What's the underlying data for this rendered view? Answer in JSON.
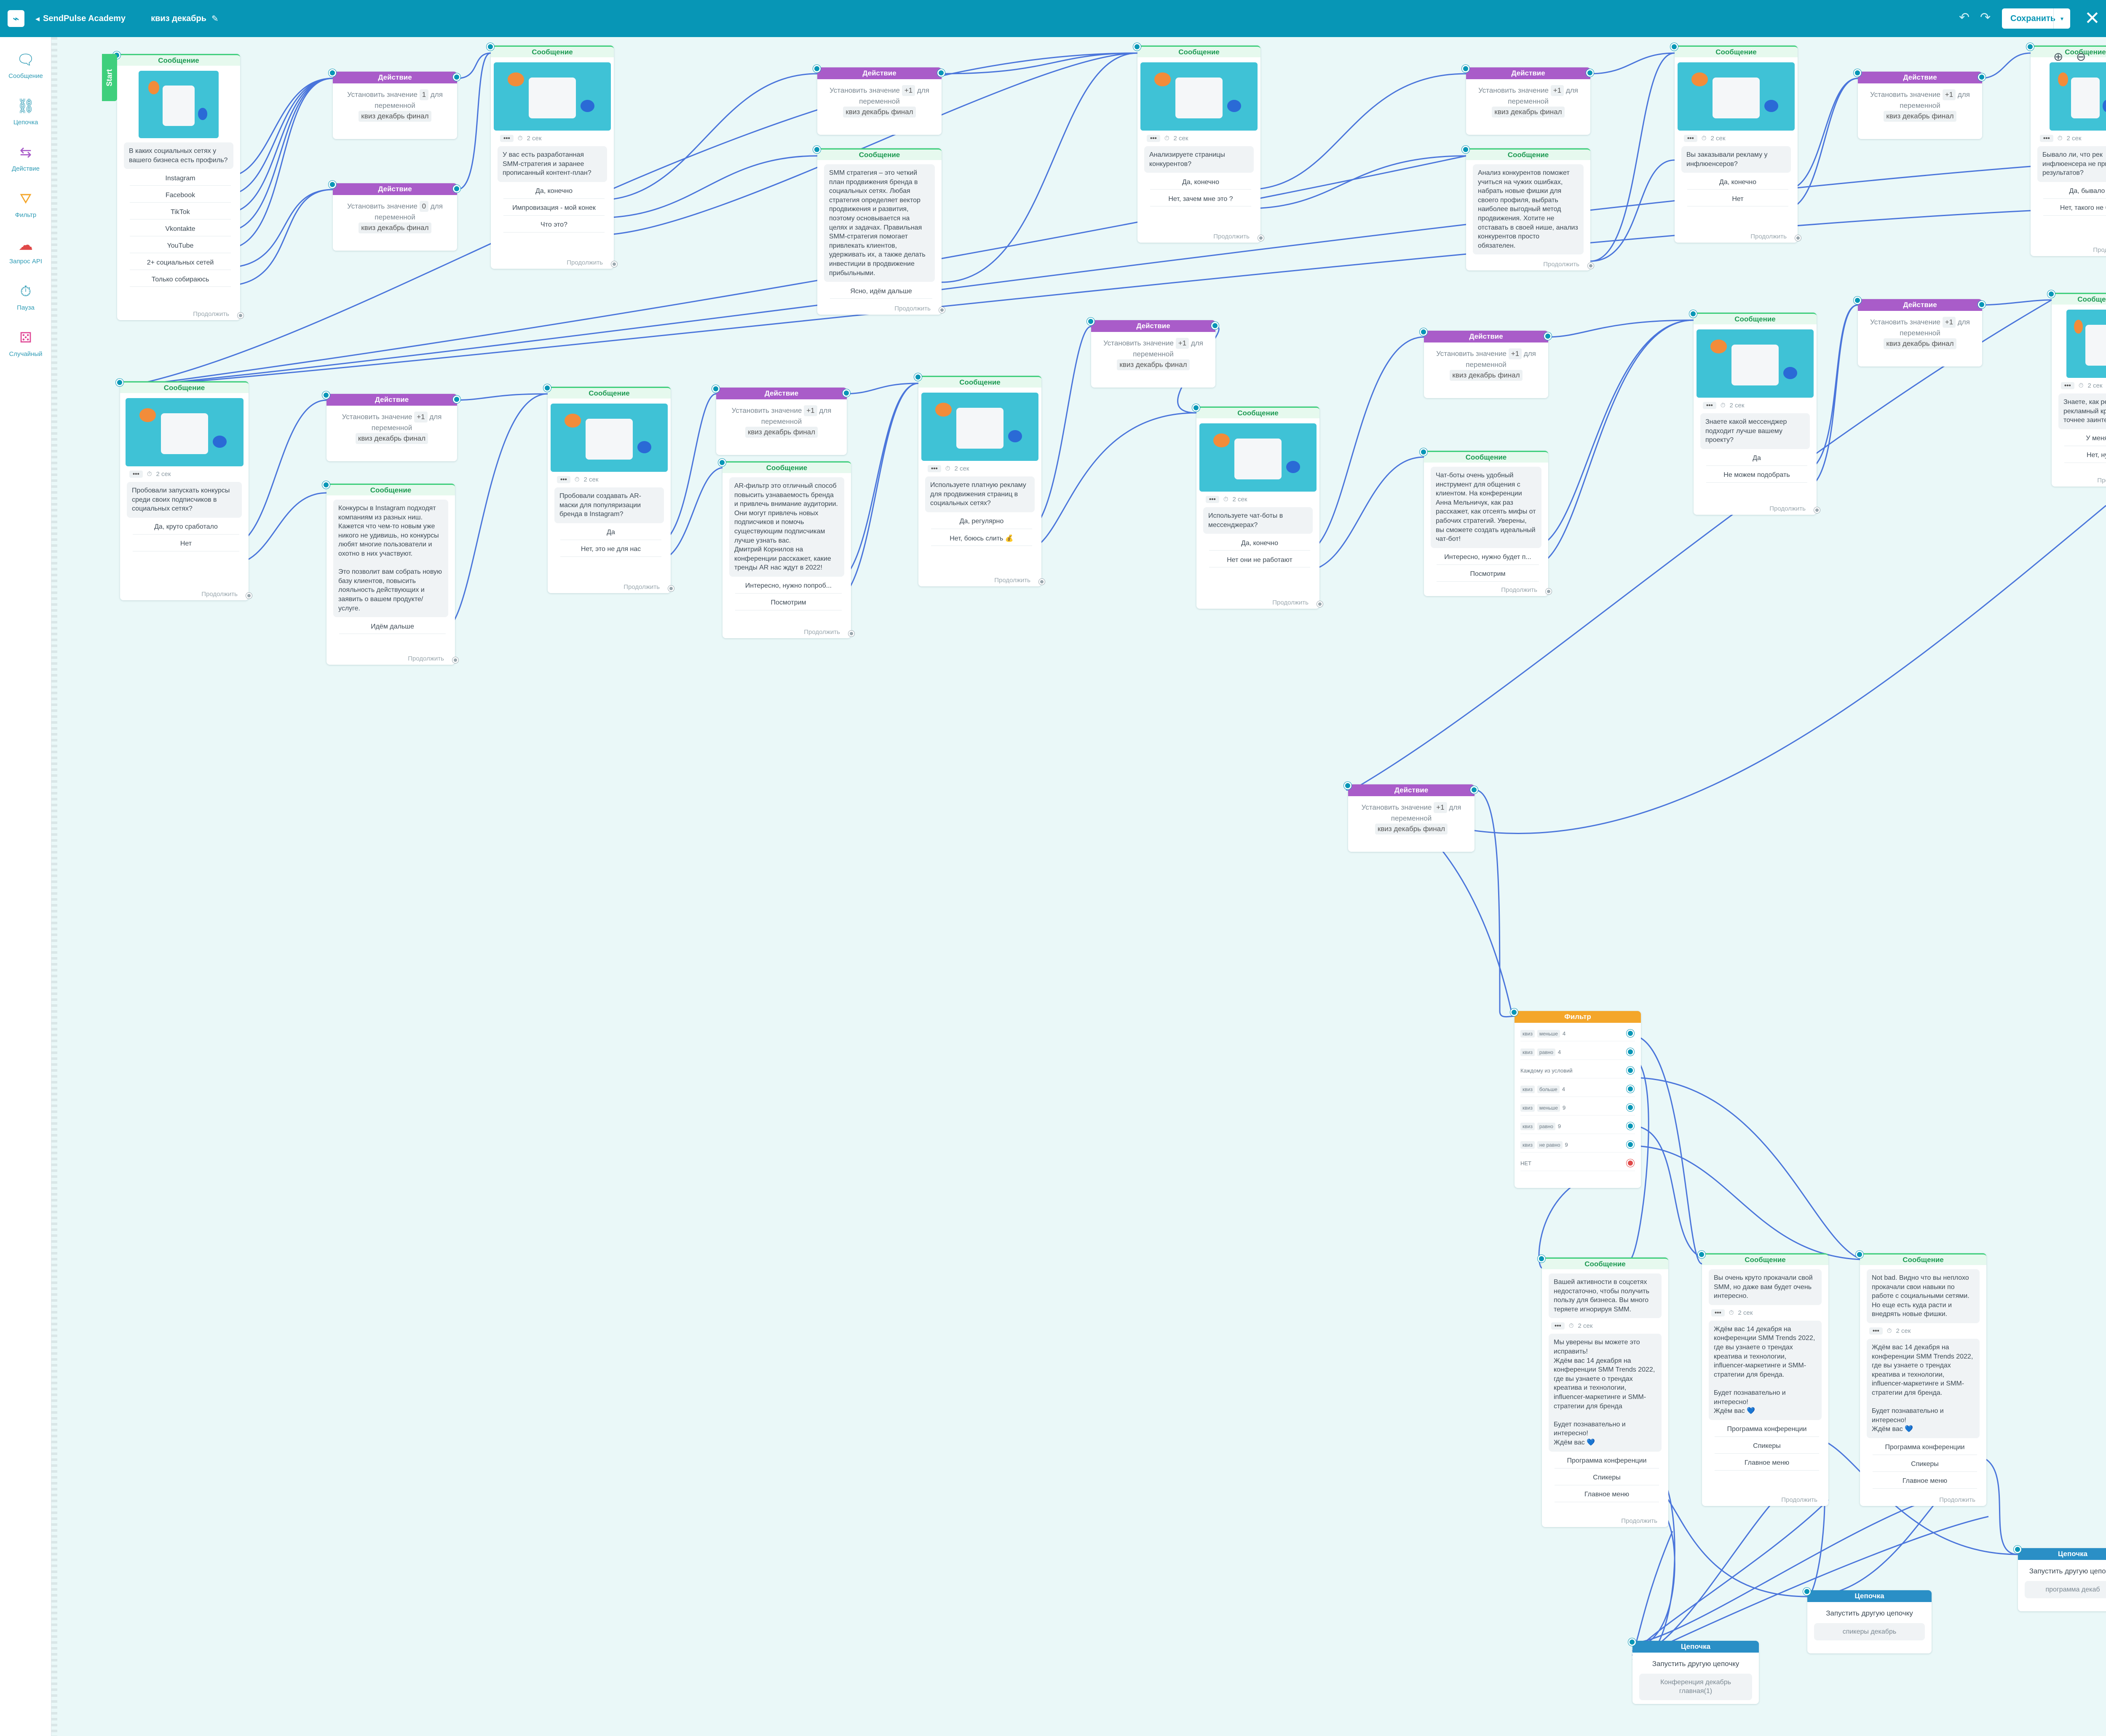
{
  "topbar": {
    "project": "SendPulse Academy",
    "flow": "квиз декабрь",
    "save": "Сохранить"
  },
  "sidebar": {
    "items": [
      {
        "label": "Сообщение",
        "icon": "message-icon"
      },
      {
        "label": "Цепочка",
        "icon": "chain-icon"
      },
      {
        "label": "Действие",
        "icon": "action-icon"
      },
      {
        "label": "Фильтр",
        "icon": "filter-icon"
      },
      {
        "label": "Запрос API",
        "icon": "api-icon"
      },
      {
        "label": "Пауза",
        "icon": "pause-icon"
      },
      {
        "label": "Случайный",
        "icon": "random-icon"
      }
    ]
  },
  "colors": {
    "accent": "#0796b6",
    "message": "#3fcf7c",
    "action": "#a95cc9",
    "filter": "#f4a62a",
    "chain": "#2a8fc6"
  },
  "labels": {
    "message": "Сообщение",
    "action": "Действие",
    "filter": "Фильтр",
    "chain": "Цепочка",
    "continue": "Продолжить",
    "start": "Start",
    "delay": "2 сек",
    "set_value": "Установить значение",
    "for_var": "для переменной",
    "variable": "квиз декабрь финал",
    "run_chain": "Запустить другую цепочку"
  },
  "nodes": {
    "m1": {
      "question": "В каких социальных сетях у вашего бизнеса есть профиль?",
      "buttons": [
        "Instagram",
        "Facebook",
        "TikTok",
        "Vkontakte",
        "YouTube",
        "2+ социальных сетей",
        "Только собираюсь"
      ]
    },
    "a1": {
      "value": "1"
    },
    "a2": {
      "value": "0"
    },
    "m2": {
      "question": "У вас есть разработанная SMM-стратегия и заранее прописанный контент-план?",
      "buttons": [
        "Да, конечно",
        "Импровизация - мой конек",
        "Что это?"
      ]
    },
    "a3": {
      "value": "+1"
    },
    "m3": {
      "text": "SMM стратегия – это четкий план продвижения бренда в социальных сетях. Любая стратегия определяет вектор продвижения и развития, поэтому основывается на целях и задачах. Правильная SMM-стратегия помогает привлекать клиентов, удерживать их, а также делать инвестиции в продвижение прибыльными.",
      "buttons": [
        "Ясно, идём дальше"
      ]
    },
    "m4": {
      "question": "Анализируете страницы конкурентов?",
      "buttons": [
        "Да, конечно",
        "Нет, зачем мне это ?"
      ]
    },
    "a4": {
      "value": "+1"
    },
    "m5": {
      "text": "Анализ конкурентов поможет учиться на чужих ошибках, набрать новые фишки для своего профиля, выбрать наиболее выгодный метод продвижения. Хотите не отставать в своей нише, анализ конкурентов просто обязателен."
    },
    "m6": {
      "question": "Вы заказывали рекламу у инфлюенсеров?",
      "buttons": [
        "Да, конечно",
        "Нет"
      ]
    },
    "a5": {
      "value": "+1"
    },
    "m7": {
      "question": "Бывало ли, что рек инфлюенсера не прин результатов?",
      "buttons": [
        "Да, бывало",
        "Нет, такого не бы"
      ]
    },
    "m8": {
      "question": "Пробовали запускать конкурсы среди своих подписчиков в социальных сетях?",
      "buttons": [
        "Да, круто сработало",
        "Нет"
      ]
    },
    "a6": {
      "value": "+1"
    },
    "m9": {
      "text": "Конкурсы в Instagram подходят компаниям из разных ниш. Кажется что чем-то новым уже никого не удивишь, но конкурсы любят многие пользователи и охотно в них участвуют.\n\nЭто позволит вам собрать новую базу клиентов, повысить лояльность действующих и заявить о вашем продукте/услуге.",
      "buttons": [
        "Идём дальше"
      ]
    },
    "m10": {
      "question": "Пробовали создавать AR-маски для популяризации бренда в Instagram?",
      "buttons": [
        "Да",
        "Нет, это не для нас"
      ]
    },
    "a7": {
      "value": "+1"
    },
    "m11": {
      "text": "AR-фильтр это отличный способ повысить узнаваемость бренда и привлечь внимание аудитории. Они могут привлечь новых подписчиков и помочь существующим подписчикам лучше узнать вас.\nДмитрий Корнилов на конференции расскажет, какие тренды AR нас ждут в 2022!",
      "buttons": [
        "Интересно, нужно попроб...",
        "Посмотрим"
      ]
    },
    "m12": {
      "question": "Используете платную рекламу для продвижения страниц в социальных сетях?",
      "buttons": [
        "Да, регулярно",
        "Нет, боюсь слить 💰"
      ]
    },
    "a8": {
      "value": "+1"
    },
    "m13": {
      "question": "Используете чат-боты в мессенджерах?",
      "buttons": [
        "Да, конечно",
        "Нет они не работают"
      ]
    },
    "a9": {
      "value": "+1"
    },
    "m14": {
      "text": "Чат-боты очень удобный инструмент для общения с клиентом. На конференции Анна Мельничук, как раз расскажет, как отсеять мифы от рабочих стратегий. Уверены, вы сможете создать идеальный чат-бот!",
      "buttons": [
        "Интересно, нужно будет п...",
        "Посмотрим"
      ]
    },
    "m15": {
      "question": "Знаете какой мессенджер подходит лучше вашему проекту?",
      "buttons": [
        "Да",
        "Не можем подобрать"
      ]
    },
    "a10": {
      "value": "+1"
    },
    "m16": {
      "question": "Знаете, как ре рекламный кре точнее заинтер",
      "buttons": [
        "У меня н",
        "Нет, нуж"
      ]
    },
    "a11": {
      "value": "+1"
    },
    "filter": {
      "rows": [
        {
          "v": "квиз",
          "op": "меньше",
          "n": "4"
        },
        {
          "v": "квиз",
          "op": "равно",
          "n": "4"
        },
        {
          "any": "Каждому из условий"
        },
        {
          "v": "квиз",
          "op": "больше",
          "n": "4"
        },
        {
          "v": "квиз",
          "op": "меньше",
          "n": "9"
        },
        {
          "v": "квиз",
          "op": "равно",
          "n": "9"
        },
        {
          "v": "квиз",
          "op": "не равно",
          "n": "9"
        }
      ],
      "else": "НЕТ"
    },
    "r1": {
      "text1": "Вашей активности в соцсетях недостаточно, чтобы получить пользу для бизнеса. Вы много теряете игнорируя SMM.",
      "text2": "Мы уверены вы можете это исправить!\nЖдём вас 14 декабря на конференции SMM Trends 2022, где вы узнаете о трендах креатива и технологии, influencer-маркетинге и SMM-стратегии для бренда\n\nБудет познавательно и интересно!\nЖдём вас 💙",
      "buttons": [
        "Программа конференции",
        "Спикеры",
        "Главное меню"
      ]
    },
    "r2": {
      "text1": "Вы очень круто прокачали свой SMM, но даже вам будет очень интересно.",
      "text2": "Ждём вас 14 декабря на конференции SMM Trends 2022, где вы узнаете о трендах креатива и технологии, influencer-маркетинге и SMM-стратегии для бренда.\n\nБудет познавательно и интересно!\nЖдём вас 💙",
      "buttons": [
        "Программа конференции",
        "Спикеры",
        "Главное меню"
      ]
    },
    "r3": {
      "text1": "Not bad. Видно что вы неплохо прокачали свои навыки по работе с социальными сетями. Но еще есть куда расти и внедрять новые фишки.",
      "text2": "Ждём вас 14 декабря на конференции SMM Trends 2022, где вы узнаете о трендах креатива и технологии, influencer-маркетинге и SMM-стратегии для бренда.\n\nБудет познавательно и интересно!\nЖдём вас 💙",
      "buttons": [
        "Программа конференции",
        "Спикеры",
        "Главное меню"
      ]
    },
    "c1": {
      "chain": "Конференция декабрь главная(1)"
    },
    "c2": {
      "chain": "спикеры декабрь"
    },
    "c3": {
      "chain": "программа декаб"
    }
  }
}
